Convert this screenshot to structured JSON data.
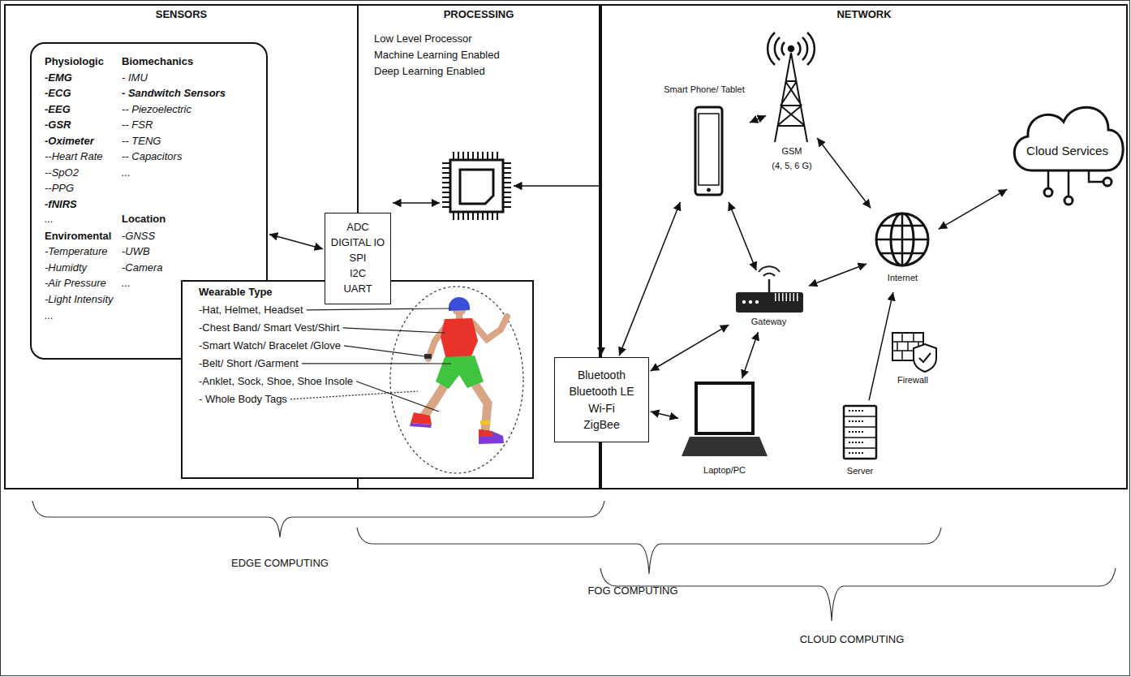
{
  "diagram": {
    "nodes": [
      {
        "text": [
          "SENSORS"
        ]
      },
      {
        "text": [
          "Physiologic",
          "-EMG",
          "-ECG",
          "-EEG",
          "-GSR",
          "-Oximeter",
          "--Heart Rate",
          "--SpO2",
          "--PPG",
          "-fNIRS",
          "...",
          "Enviromental",
          "-Temperature",
          "-Humidty",
          "-Air Pressure",
          "-Light Intensity",
          "...",
          "Biomechanics",
          "- IMU",
          "- Sandwitch Sensors",
          "-- Piezoelectric",
          "-- FSR",
          "-- TENG",
          "-- Capacitors",
          "...",
          "Location",
          "-GNSS",
          "-UWB",
          "-Camera",
          "..."
        ],
        "in": 0
      },
      {
        "text": [
          "Wearable Type",
          "-Hat, Helmet, Headset",
          "-Chest Band/ Smart Vest/Shirt",
          "-Smart Watch/ Bracelet /Glove",
          "-Belt/ Short /Garment",
          "-Anklet, Sock, Shoe, Shoe Insole",
          "- Whole Body Tags"
        ],
        "in": 0
      },
      {
        "text": [
          "PROCESSING",
          "Low Level Processor",
          "Machine Learning Enabled",
          "Deep Learning Enabled"
        ]
      },
      {
        "text": [
          "ADC",
          "DIGITAL IO",
          "SPI",
          "I2C",
          "UART"
        ]
      },
      {
        "text": [
          "Bluetooth",
          "Bluetooth LE",
          "Wi-Fi",
          "ZigBee"
        ]
      },
      {
        "text": [
          "NETWORK"
        ]
      },
      {
        "text": [
          "Smart Phone/ Tablet"
        ],
        "in": 6
      },
      {
        "text": [
          "GSM",
          "(4, 5, 6 G)"
        ],
        "in": 6
      },
      {
        "text": [
          "Gateway"
        ],
        "in": 6
      },
      {
        "text": [
          "Laptop/PC"
        ],
        "in": 6
      },
      {
        "text": [
          "Internet"
        ],
        "in": 6
      },
      {
        "text": [
          "Cloud Services"
        ],
        "in": 6
      },
      {
        "text": [
          "Firewall"
        ],
        "in": 6
      },
      {
        "text": [
          "Server"
        ],
        "in": 6
      }
    ],
    "edges": [
      {
        "from": 1,
        "to": 4,
        "arrow": "both"
      },
      {
        "from": 5,
        "to": 7,
        "arrow": "both"
      },
      {
        "from": 5,
        "to": 9,
        "arrow": "both"
      },
      {
        "from": 5,
        "to": 10,
        "arrow": "both"
      },
      {
        "from": 7,
        "to": 8,
        "arrow": "both"
      },
      {
        "from": 7,
        "to": 9,
        "arrow": "both"
      },
      {
        "from": 9,
        "to": 10,
        "arrow": "both"
      },
      {
        "from": 9,
        "to": 11,
        "arrow": "both"
      },
      {
        "from": 8,
        "to": 11,
        "arrow": "both"
      },
      {
        "from": 11,
        "to": 12,
        "arrow": "both"
      },
      {
        "from": 14,
        "to": 11,
        "arrow": "to"
      }
    ],
    "labels": [
      "EDGE COMPUTING",
      "FOG COMPUTING",
      "CLOUD COMPUTING"
    ]
  }
}
